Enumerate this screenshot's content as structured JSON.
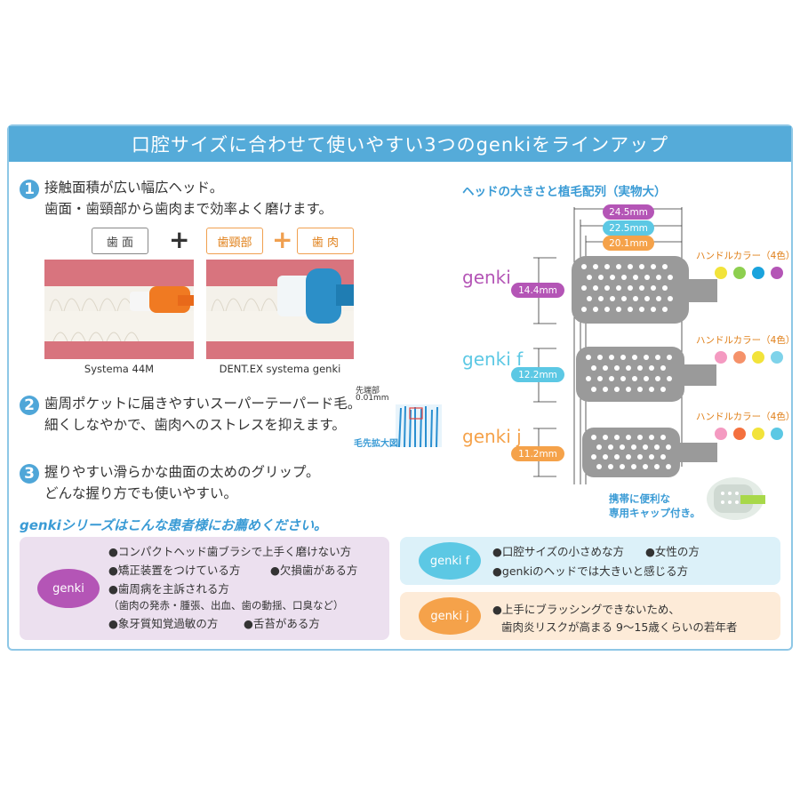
{
  "banner": {
    "title": "口腔サイズに合わせて使いやすい3つのgenkiをラインアップ"
  },
  "features": [
    {
      "num": "1",
      "line1": "接触面積が広い幅広ヘッド。",
      "line2": "歯面・歯頸部から歯肉まで効率よく磨けます。"
    },
    {
      "num": "2",
      "line1": "歯周ポケットに届きやすいスーパーテーパード毛。",
      "line2": "細くしなやかで、歯肉へのストレスを抑えます。"
    },
    {
      "num": "3",
      "line1": "握りやすい滑らかな曲面の太めのグリップ。",
      "line2": "どんな握り方でも使いやすい。"
    }
  ],
  "tags": {
    "tooth": "歯 面",
    "plus": "+",
    "cervical": "歯頸部",
    "gum": "歯 肉"
  },
  "photos": {
    "left_caption": "Systema 44M",
    "right_caption": "DENT.EX systema genki"
  },
  "bristle": {
    "tip_label": "先端部",
    "tip_size": "0.01mm",
    "zoom_label": "毛先拡大図"
  },
  "head_chart": {
    "title": "ヘッドの大きさと植毛配列（実物大）",
    "lengths": [
      "24.5mm",
      "22.5mm",
      "20.1mm"
    ],
    "products": [
      {
        "name": "genki",
        "width": "14.4mm",
        "handle_label": "ハンドルカラー（4色）",
        "color": "#b455b6",
        "handle_colors": [
          "#f2e33a",
          "#8dcf4f",
          "#1aa3dd",
          "#b455b6"
        ]
      },
      {
        "name": "genki f",
        "width": "12.2mm",
        "handle_label": "ハンドルカラー（4色）",
        "color": "#5cc8e4",
        "handle_colors": [
          "#f49ac1",
          "#f5926a",
          "#f2e33a",
          "#7fd3ea"
        ]
      },
      {
        "name": "genki j",
        "width": "11.2mm",
        "handle_label": "ハンドルカラー（4色）",
        "color": "#f5a24a",
        "handle_colors": [
          "#f49ac1",
          "#f4703e",
          "#f2e33a",
          "#5cc8e4"
        ]
      }
    ],
    "cap_note_line1": "携帯に便利な",
    "cap_note_line2": "専用キャップ付き。"
  },
  "recommend": {
    "title": "genkiシリーズはこんな患者様にお薦めください。",
    "genki": {
      "label": "genki",
      "items": [
        "●コンパクトヘッド歯ブラシで上手く磨けない方",
        "●矯正装置をつけている方",
        "●欠損歯がある方",
        "●歯周病を主訴される方",
        "（歯肉の発赤・腫張、出血、歯の動揺、口臭など）",
        "●象牙質知覚過敏の方",
        "●舌苔がある方"
      ]
    },
    "genki_f": {
      "label": "genki f",
      "items": [
        "●口腔サイズの小さめな方",
        "●女性の方",
        "●genkiのヘッドでは大きいと感じる方"
      ]
    },
    "genki_j": {
      "label": "genki j",
      "items": [
        "●上手にブラッシングできないため、",
        "歯肉炎リスクが高まる 9〜15歳くらいの若年者"
      ]
    }
  },
  "colors": {
    "banner": "#55abd9",
    "genki": "#b455b6",
    "genki_f": "#5cc8e4",
    "genki_j": "#f5a24a",
    "accent_orange": "#e0801a"
  }
}
